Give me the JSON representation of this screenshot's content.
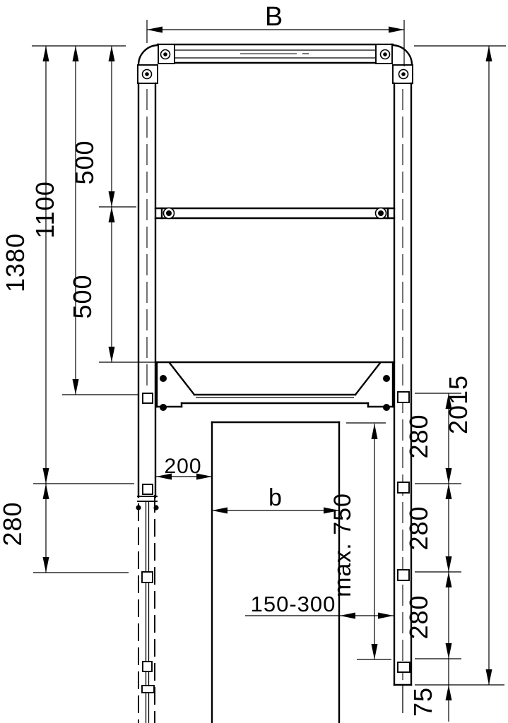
{
  "drawing": {
    "kind": "technical-drawing",
    "background": "#ffffff",
    "line_color": "#000000",
    "dims": {
      "overall_width": "B",
      "upper_rail_gap": "500",
      "rail_to_platform": "1100",
      "knee_to_platform": "500",
      "rail_to_first_clamp": "1380",
      "left_clamp_spacing": "280",
      "post_to_wall": "200",
      "wall_width": "b",
      "wall_to_rail": "150-300",
      "wall_top_to_lowest_clamp": "max. 750",
      "overall_height": "2015",
      "right_clamp_spacing_1": "280",
      "right_clamp_spacing_2": "280",
      "right_clamp_spacing_3": "280",
      "rail_end_offset": "75"
    }
  }
}
